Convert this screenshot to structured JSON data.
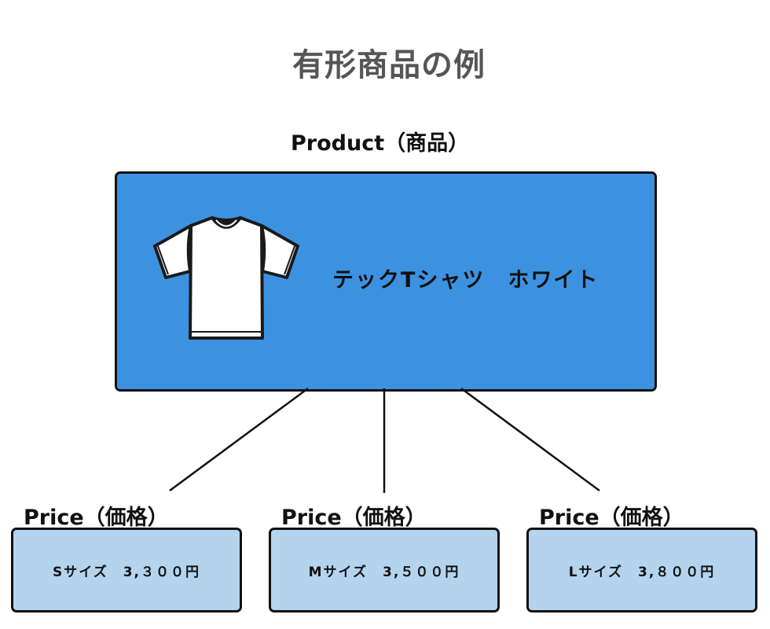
{
  "title": "有形商品の例",
  "product": {
    "label": "Product（商品）",
    "name": "テックTシャツ　ホワイト",
    "image": "t-shirt-icon",
    "box_color": "#3c92e0"
  },
  "prices": [
    {
      "label": "Price（価格）",
      "text": "Sサイズ　3,３００円",
      "size": "S",
      "amount": "3,300円"
    },
    {
      "label": "Price（価格）",
      "text": "Mサイズ　3,５００円",
      "size": "M",
      "amount": "3,500円"
    },
    {
      "label": "Price（価格）",
      "text": "Lサイズ　3,８００円",
      "size": "L",
      "amount": "3,800円"
    }
  ],
  "colors": {
    "title": "#555555",
    "product_box": "#3c92e0",
    "price_box": "#b4d4ee",
    "border": "#111111"
  }
}
